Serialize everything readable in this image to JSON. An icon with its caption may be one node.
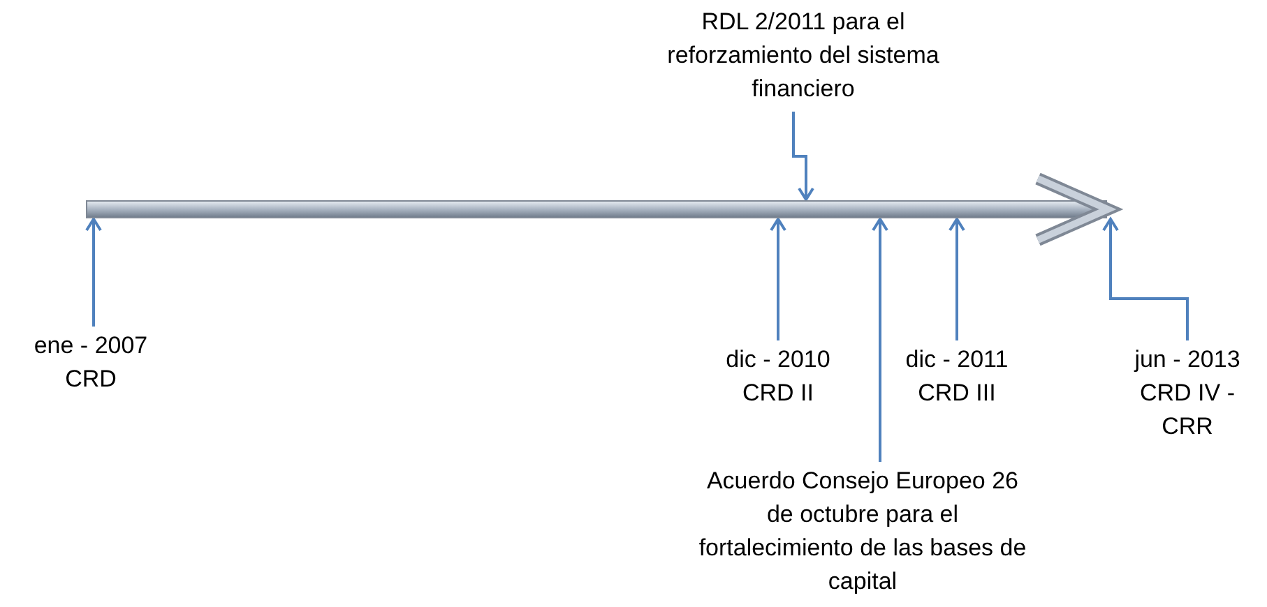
{
  "diagram": {
    "nodes": [
      {
        "text": [],
        "shape": "arrow"
      },
      {
        "text": [
          "RDL 2/2011 para el reforzamiento del sistema financiero"
        ]
      },
      {
        "text": [
          "ene - 2007",
          "CRD"
        ]
      },
      {
        "text": [
          "dic - 2010",
          "CRD II"
        ]
      },
      {
        "text": [
          "Acuerdo Consejo Europeo 26 de octubre para el fortalecimiento de las bases de capital"
        ]
      },
      {
        "text": [
          "dic - 2011",
          "CRD III"
        ]
      },
      {
        "text": [
          "jun - 2013",
          "CRD IV - CRR"
        ]
      }
    ],
    "edges": [
      {
        "from": 1,
        "to": 0,
        "arrow": "to"
      },
      {
        "from": 2,
        "to": 0,
        "arrow": "to"
      },
      {
        "from": 3,
        "to": 0,
        "arrow": "to"
      },
      {
        "from": 4,
        "to": 0,
        "arrow": "to"
      },
      {
        "from": 5,
        "to": 0,
        "arrow": "to"
      },
      {
        "from": 6,
        "to": 0,
        "arrow": "to"
      }
    ]
  }
}
